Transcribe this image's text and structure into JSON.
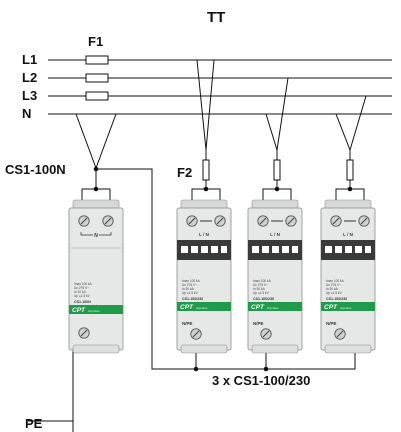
{
  "system_label": "TT",
  "main_fuse_label": "F1",
  "branch_fuse_label": "F2",
  "lines": [
    {
      "name": "L1"
    },
    {
      "name": "L2"
    },
    {
      "name": "L3"
    },
    {
      "name": "N"
    }
  ],
  "pe_label": "PE",
  "n_module": {
    "title": "CS1-100N",
    "terminal_text": "N",
    "model_text": "CS1-100N",
    "brand": "CPT",
    "brand_sub": "cirprotec",
    "specs": [
      "Imax  100 kA",
      "Uc    275 V~",
      "In     30 kA",
      "Up   ≤1.5 kV"
    ]
  },
  "phase_modules": {
    "caption": "3 x CS1-100/230",
    "terminal_text": "L / N",
    "model_text": "CS1-100/230",
    "bottom_text": "N/PE",
    "brand": "CPT",
    "brand_sub": "cirprotec",
    "specs": [
      "Imax  100 kA",
      "Uc    275 V~",
      "In     30 kA",
      "Up   ≤1.5 kV"
    ]
  },
  "colors": {
    "brand_green": "#1f9b4a",
    "module_grey": "#e6e8e7",
    "indicator_dark": "#3a3a3a"
  }
}
